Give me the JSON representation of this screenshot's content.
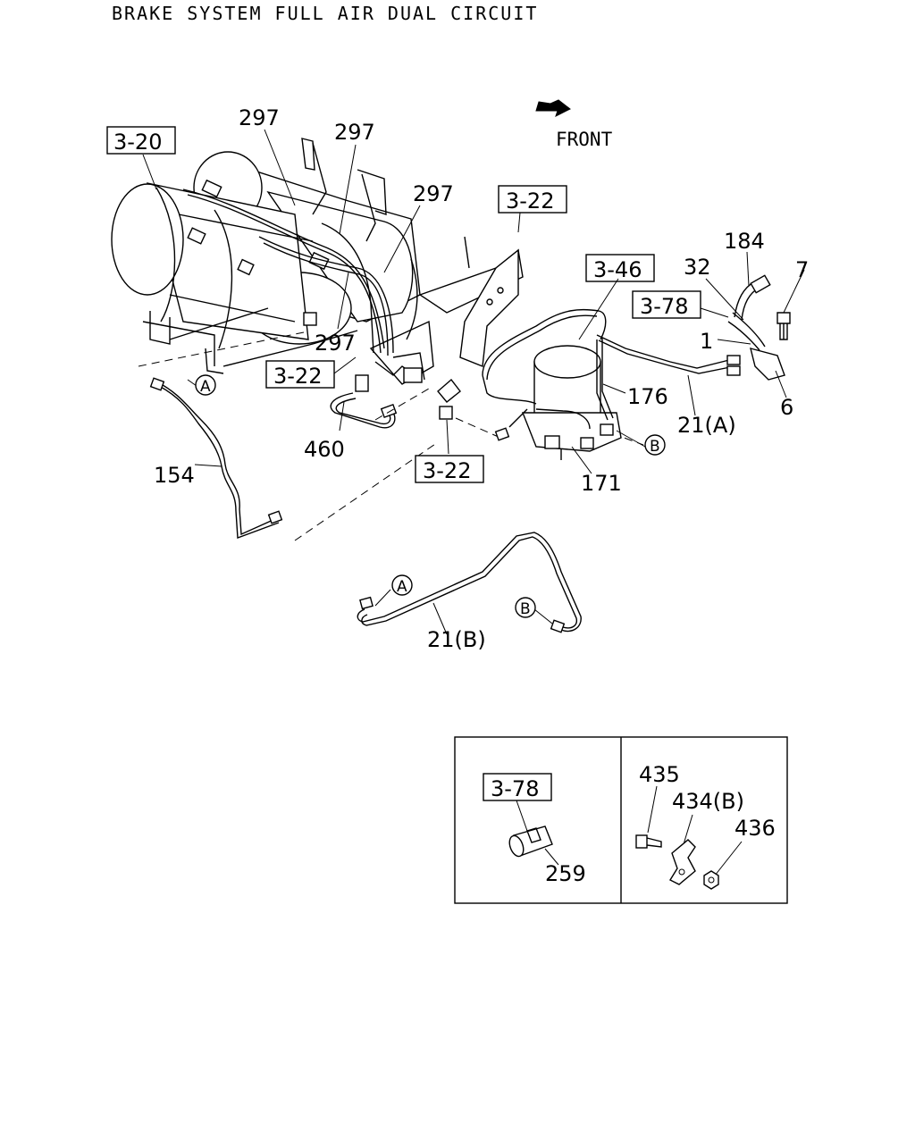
{
  "title": "BRAKE SYSTEM FULL AIR DUAL CIRCUIT",
  "front_label": "FRONT",
  "icons": {
    "front_arrow": "arrow-icon"
  },
  "ref_boxes": [
    "3-20",
    "3-22",
    "3-22",
    "3-22",
    "3-46",
    "3-78",
    "3-78"
  ],
  "part_labels": [
    "297",
    "297",
    "297",
    "297",
    "460",
    "154",
    "184",
    "32",
    "7",
    "1",
    "176",
    "21(A)",
    "6",
    "171",
    "21(B)",
    "435",
    "434(B)",
    "436",
    "259"
  ],
  "circle_labels": [
    "A",
    "A",
    "B",
    "B"
  ]
}
